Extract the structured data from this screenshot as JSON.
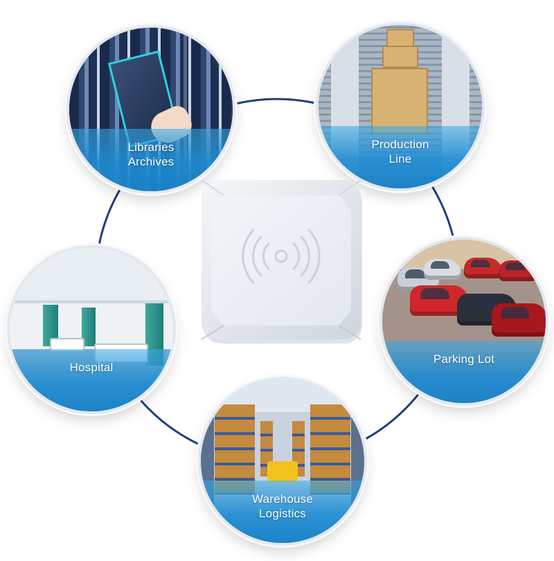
{
  "diagram": {
    "center": {
      "name": "rfid-reader",
      "icon": "rfid-waves-icon"
    },
    "applications": [
      {
        "key": "libraries",
        "lines": [
          "Libraries",
          "Archives"
        ]
      },
      {
        "key": "production",
        "lines": [
          "Production",
          "Line"
        ]
      },
      {
        "key": "hospital",
        "lines": [
          "Hospital"
        ]
      },
      {
        "key": "parking",
        "lines": [
          "Parking Lot"
        ]
      },
      {
        "key": "warehouse",
        "lines": [
          "Warehouse",
          "Logistics"
        ]
      }
    ]
  },
  "colors": {
    "ring": "#1f3f7a",
    "caption_band": "#1e8cd2",
    "caption_text": "#ffffff",
    "device_body": "#eef1f5"
  }
}
